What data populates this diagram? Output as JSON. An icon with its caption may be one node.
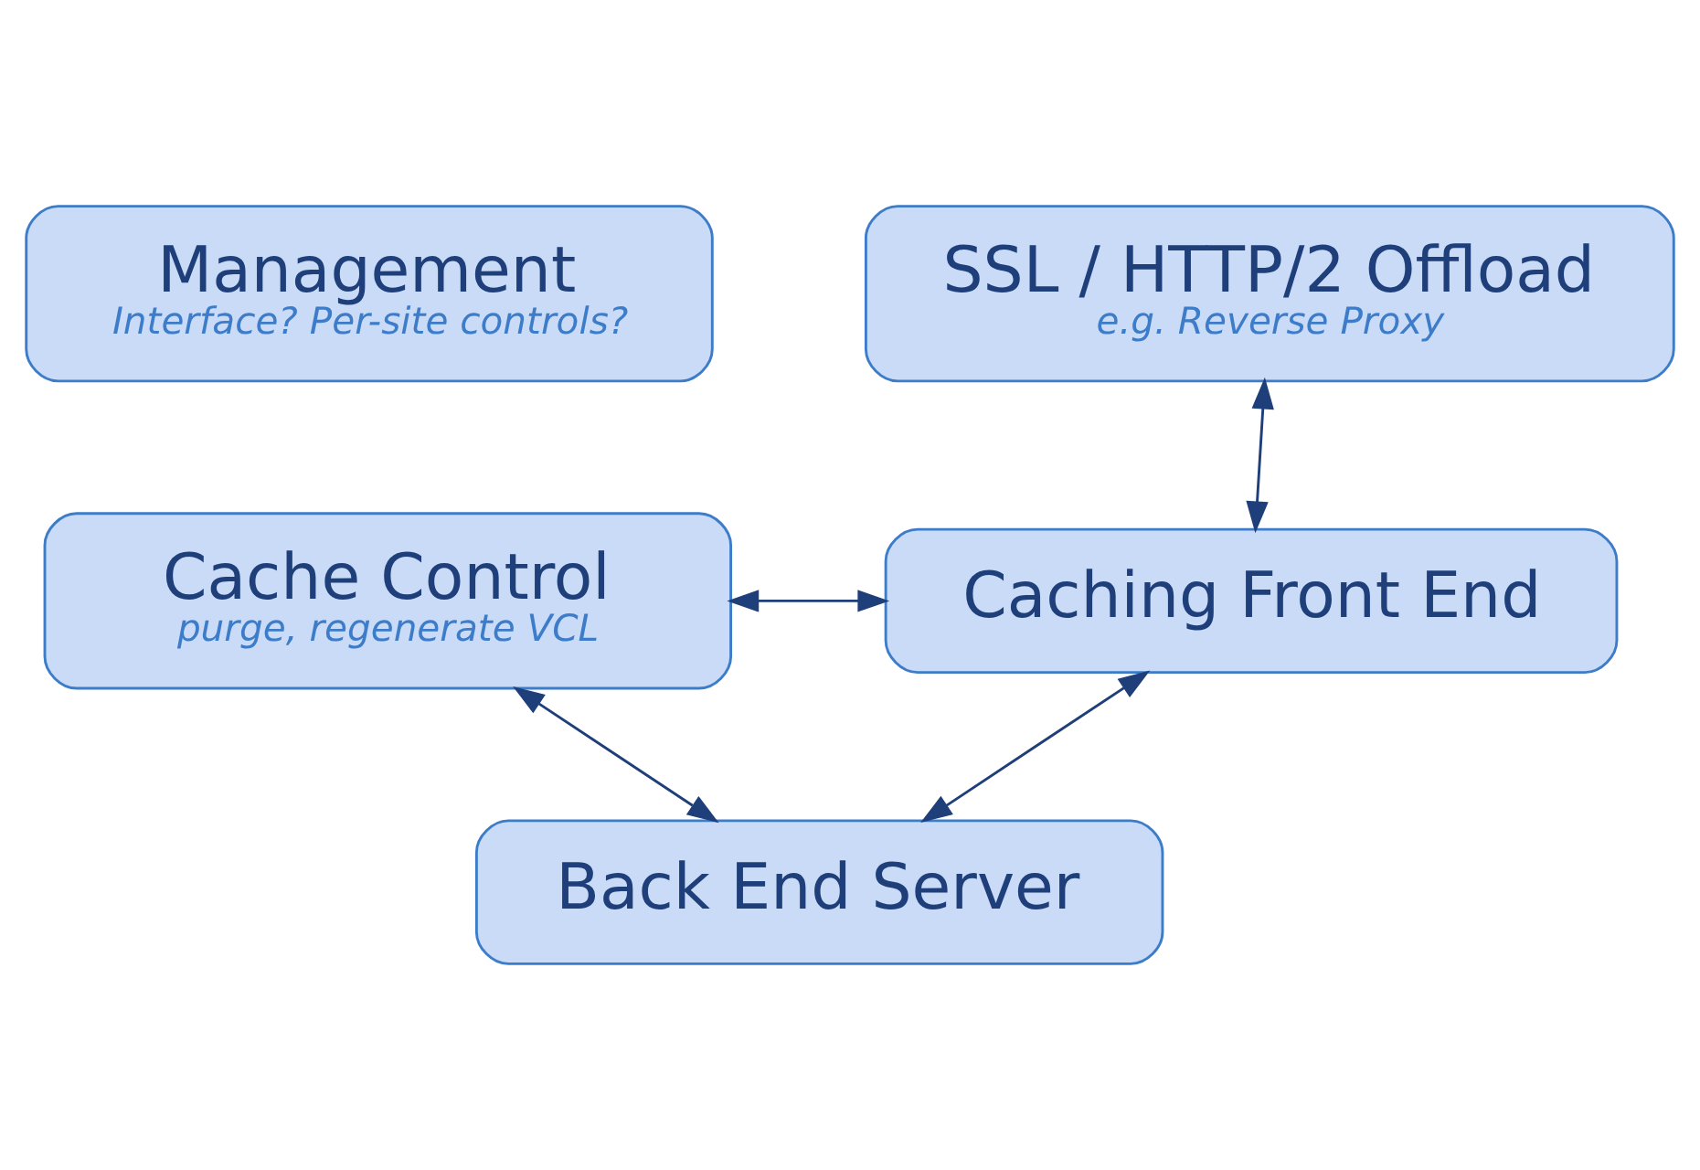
{
  "diagram": {
    "nodes": [
      {
        "text": [
          "Management",
          "Interface? Per-site controls?"
        ]
      },
      {
        "text": [
          "SSL / HTTP/2 Offload",
          "e.g. Reverse Proxy"
        ]
      },
      {
        "text": [
          "Caching Front End"
        ]
      },
      {
        "text": [
          "Cache Control",
          "purge, regenerate VCL"
        ]
      },
      {
        "text": [
          "Back End Server"
        ]
      }
    ],
    "edges": [
      {
        "from": 1,
        "to": 2,
        "arrow": "both"
      },
      {
        "from": 2,
        "to": 4,
        "arrow": "both"
      },
      {
        "from": 3,
        "to": 2,
        "arrow": "both"
      },
      {
        "from": 3,
        "to": 4,
        "arrow": "both"
      }
    ]
  }
}
